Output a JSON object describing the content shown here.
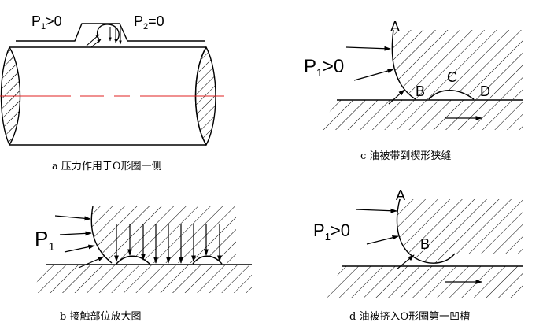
{
  "panels": {
    "a": {
      "labels": {
        "p1_main": "P",
        "p1_sub": "1",
        "p1_cmp": ">0",
        "p2_main": "P",
        "p2_sub": "2",
        "p2_cmp": "=0"
      },
      "caption": "a 压力作用于O形圈一侧"
    },
    "b": {
      "labels": {
        "p_main": "P",
        "p_sub": "1"
      },
      "caption": "b 接触部位放大图"
    },
    "c": {
      "labels": {
        "p_main": "P",
        "p_sub": "1",
        "p_cmp": ">0",
        "A": "A",
        "B": "B",
        "C": "C",
        "D": "D"
      },
      "caption": "c 油被带到楔形狭缝"
    },
    "d": {
      "labels": {
        "p_main": "P",
        "p_sub": "1",
        "p_cmp": ">0",
        "A": "A",
        "B": "B"
      },
      "caption": "d 油被挤入O形圈第一凹槽"
    }
  },
  "colors": {
    "line": "#000000",
    "centerline": "#e02020"
  }
}
